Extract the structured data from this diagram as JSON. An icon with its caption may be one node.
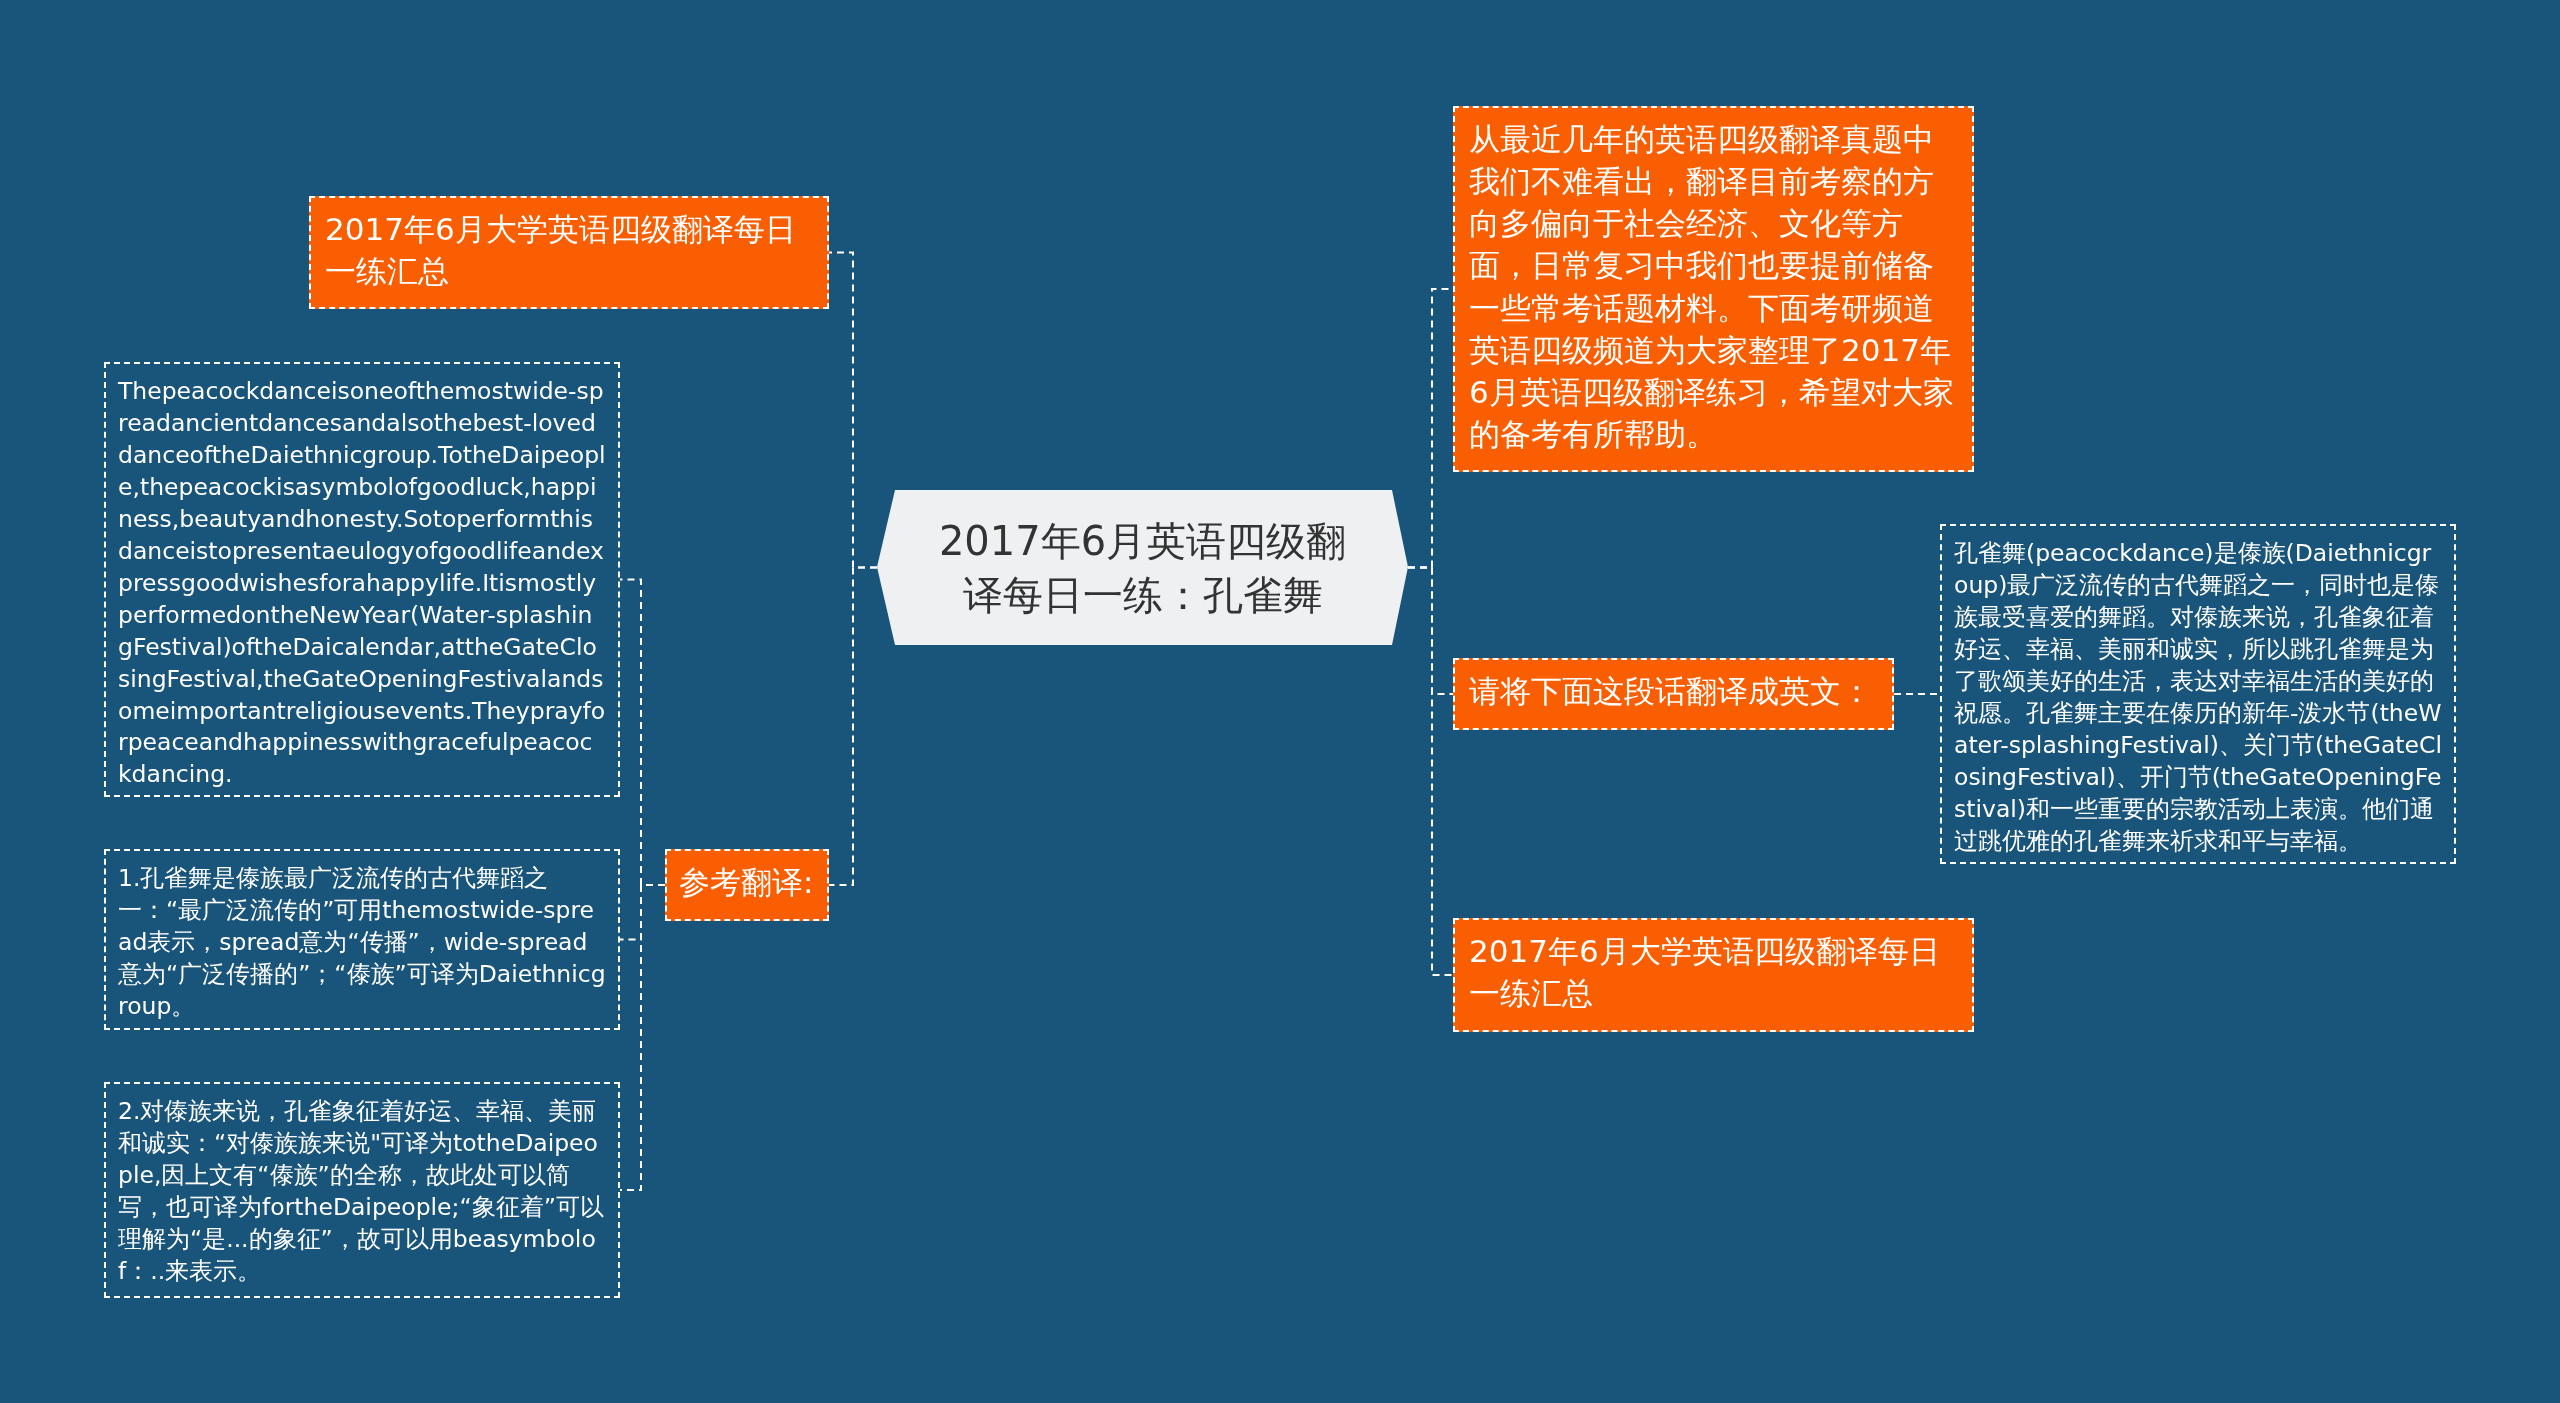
{
  "diagram": {
    "nodes": [
      {
        "text": [
          "2017年6月英语四级翻译每日一练：孔雀舞"
        ]
      },
      {
        "text": [
          "2017年6月大学英语四级翻译每日一练汇总"
        ]
      },
      {
        "text": [
          "参考翻译:"
        ]
      },
      {
        "text": [
          "Thepeacockdanceisoneofthemostwide-spreadancientdancesandalsothebest-loveddanceoftheDaiethnicgroup.TotheDaipeople,thepeacockisasymbolofgoodluck,happiness,beautyandhonesty.Sotoperformthisdanceistopresentaeulogyofgoodlifeandexpressgoodwishesforahappylife.ItismostlyperformedontheNewYear(Water-splashingFestival)oftheDaicalendar,attheGateClosingFestival,theGateOpeningFestivalandsomeimportantreligiousevents.Theyprayforpeaceandhappinesswithgracefulpeacockdancing."
        ]
      },
      {
        "text": [
          "1.孔雀舞是傣族最广泛流传的古代舞蹈之一：“最广泛流传的”可用themostwide-spread表示，spread意为“传播”，wide-spread意为“广泛传播的”；“傣族”可译为Daiethnicgroup。"
        ]
      },
      {
        "text": [
          "2.对傣族来说，孔雀象征着好运、幸福、美丽和诚实：“对傣族族来说\"可译为totheDaipeople,因上文有“傣族”的全称，故此处可以简写，也可译为fortheDaipeople;“象征着”可以理解为“是...的象征”，故可以用beasymbolof：..来表示。"
        ]
      },
      {
        "text": [
          "从最近几年的英语四级翻译真题中我们不难看出，翻译目前考察的方向多偏向于社会经济、文化等方面，日常复习中我们也要提前储备一些常考话题材料。下面考研频道英语四级频道为大家整理了2017年6月英语四级翻译练习，希望对大家的备考有所帮助。"
        ]
      },
      {
        "text": [
          "请将下面这段话翻译成英文："
        ]
      },
      {
        "text": [
          "孔雀舞(peacockdance)是傣族(Daiethnicgroup)最广泛流传的古代舞蹈之一，同时也是傣族最受喜爱的舞蹈。对傣族来说，孔雀象征着好运、幸福、美丽和诚实，所以跳孔雀舞是为了歌颂美好的生活，表达对幸福生活的美好的祝愿。孔雀舞主要在傣历的新年-泼水节(theWater-splashingFestival)、关门节(theGateClosingFestival)、开门节(theGateOpeningFestival)和一些重要的宗教活动上表演。他们通过跳优雅的孔雀舞来祈求和平与幸福。"
        ]
      },
      {
        "text": [
          "2017年6月大学英语四级翻译每日一练汇总"
        ]
      }
    ],
    "edges": [
      {
        "from": 0,
        "to": 1,
        "arrow": "none"
      },
      {
        "from": 0,
        "to": 2,
        "arrow": "none"
      },
      {
        "from": 2,
        "to": 3,
        "arrow": "none"
      },
      {
        "from": 2,
        "to": 4,
        "arrow": "none"
      },
      {
        "from": 2,
        "to": 5,
        "arrow": "none"
      },
      {
        "from": 0,
        "to": 6,
        "arrow": "none"
      },
      {
        "from": 0,
        "to": 7,
        "arrow": "none"
      },
      {
        "from": 7,
        "to": 8,
        "arrow": "none"
      },
      {
        "from": 0,
        "to": 9,
        "arrow": "none"
      }
    ]
  }
}
